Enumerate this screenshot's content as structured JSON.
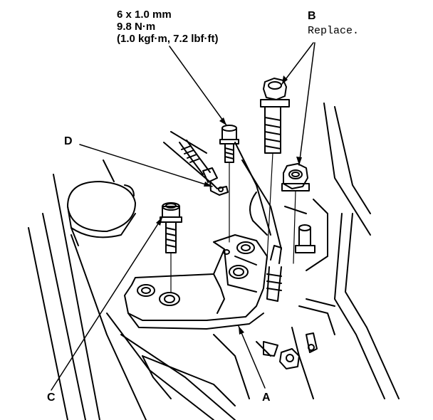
{
  "spec": {
    "size": "6 x 1.0 mm",
    "torque_nm": "9.8 N·m",
    "torque_alt": "(1.0 kgf·m, 7.2 lbf·ft)"
  },
  "callouts": {
    "a": "A",
    "b": "B",
    "b_note": "Replace.",
    "c": "C",
    "d": "D"
  },
  "colors": {
    "line": "#000000",
    "background": "#ffffff"
  }
}
